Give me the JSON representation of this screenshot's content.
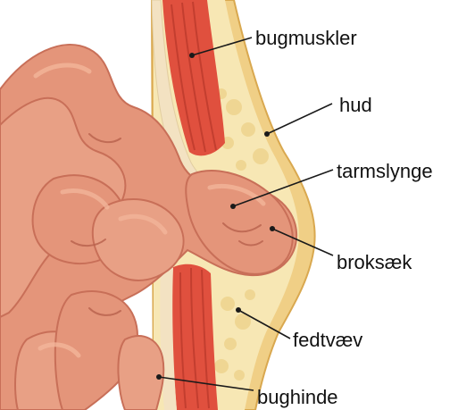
{
  "labels": {
    "muscles": "bugmuskler",
    "skin": "hud",
    "intestine_loop": "tarmslynge",
    "hernia_sac": "broksæk",
    "fat_tissue": "fedtvæv",
    "peritoneum": "bughinde"
  },
  "colors": {
    "skin_outer": "#f0cf86",
    "skin_edge": "#d9a84f",
    "fat": "#f7e7b4",
    "fat_blob": "#efd590",
    "muscle": "#e0503e",
    "muscle_stripe": "#b8372a",
    "intestine": "#e4957a",
    "intestine_dark": "#c86f58",
    "intestine_light": "#f2b59a",
    "peritoneum": "#f3e2c2",
    "leader": "#1a1a1a"
  }
}
